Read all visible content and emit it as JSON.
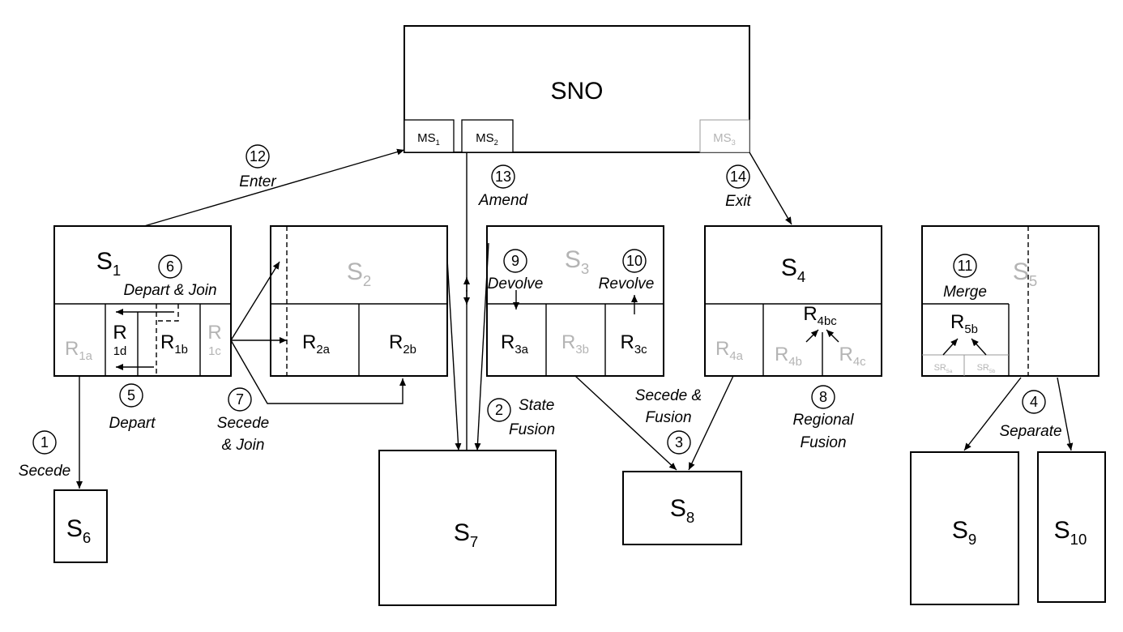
{
  "colors": {
    "ink": "#000000",
    "faded": "#b4b4b4"
  },
  "sno": {
    "title": "SNO",
    "ms1": "MS",
    "ms1_sub": "1",
    "ms2": "MS",
    "ms2_sub": "2",
    "ms3": "MS",
    "ms3_sub": "3"
  },
  "states": {
    "s1": {
      "base": "S",
      "sub": "1"
    },
    "s2": {
      "base": "S",
      "sub": "2"
    },
    "s3": {
      "base": "S",
      "sub": "3"
    },
    "s4": {
      "base": "S",
      "sub": "4"
    },
    "s5": {
      "base": "S",
      "sub": "5"
    },
    "s6": {
      "base": "S",
      "sub": "6"
    },
    "s7": {
      "base": "S",
      "sub": "7"
    },
    "s8": {
      "base": "S",
      "sub": "8"
    },
    "s9": {
      "base": "S",
      "sub": "9"
    },
    "s10": {
      "base": "S",
      "sub": "10"
    }
  },
  "regions": {
    "r1a": {
      "base": "R",
      "sub": "1a"
    },
    "r1d": {
      "base": "R",
      "sub": "1d"
    },
    "r1b": {
      "base": "R",
      "sub": "1b"
    },
    "r1c": {
      "base": "R",
      "sub": "1c"
    },
    "r2a": {
      "base": "R",
      "sub": "2a"
    },
    "r2b": {
      "base": "R",
      "sub": "2b"
    },
    "r3a": {
      "base": "R",
      "sub": "3a"
    },
    "r3b": {
      "base": "R",
      "sub": "3b"
    },
    "r3c": {
      "base": "R",
      "sub": "3c"
    },
    "r4a": {
      "base": "R",
      "sub": "4a"
    },
    "r4b": {
      "base": "R",
      "sub": "4b"
    },
    "r4c": {
      "base": "R",
      "sub": "4c"
    },
    "r4bc": {
      "base": "R",
      "sub": "4bc"
    },
    "r5b": {
      "base": "R",
      "sub": "5b"
    },
    "sr5a": {
      "base": "SR",
      "sub": "5a"
    },
    "sr5b": {
      "base": "SR",
      "sub": "5b"
    }
  },
  "events": [
    {
      "num": "1",
      "line1": "Secede",
      "line2": ""
    },
    {
      "num": "2",
      "line1": "State",
      "line2": "Fusion"
    },
    {
      "num": "3",
      "line1": "Secede &",
      "line2": "Fusion"
    },
    {
      "num": "4",
      "line1": "Separate",
      "line2": ""
    },
    {
      "num": "5",
      "line1": "Depart",
      "line2": ""
    },
    {
      "num": "6",
      "line1": "Depart & Join",
      "line2": ""
    },
    {
      "num": "7",
      "line1": "Secede",
      "line2": "& Join"
    },
    {
      "num": "8",
      "line1": "Regional",
      "line2": "Fusion"
    },
    {
      "num": "9",
      "line1": "Devolve",
      "line2": ""
    },
    {
      "num": "10",
      "line1": "Revolve",
      "line2": ""
    },
    {
      "num": "11",
      "line1": "Merge",
      "line2": ""
    },
    {
      "num": "12",
      "line1": "Enter",
      "line2": ""
    },
    {
      "num": "13",
      "line1": "Amend",
      "line2": ""
    },
    {
      "num": "14",
      "line1": "Exit",
      "line2": ""
    }
  ]
}
